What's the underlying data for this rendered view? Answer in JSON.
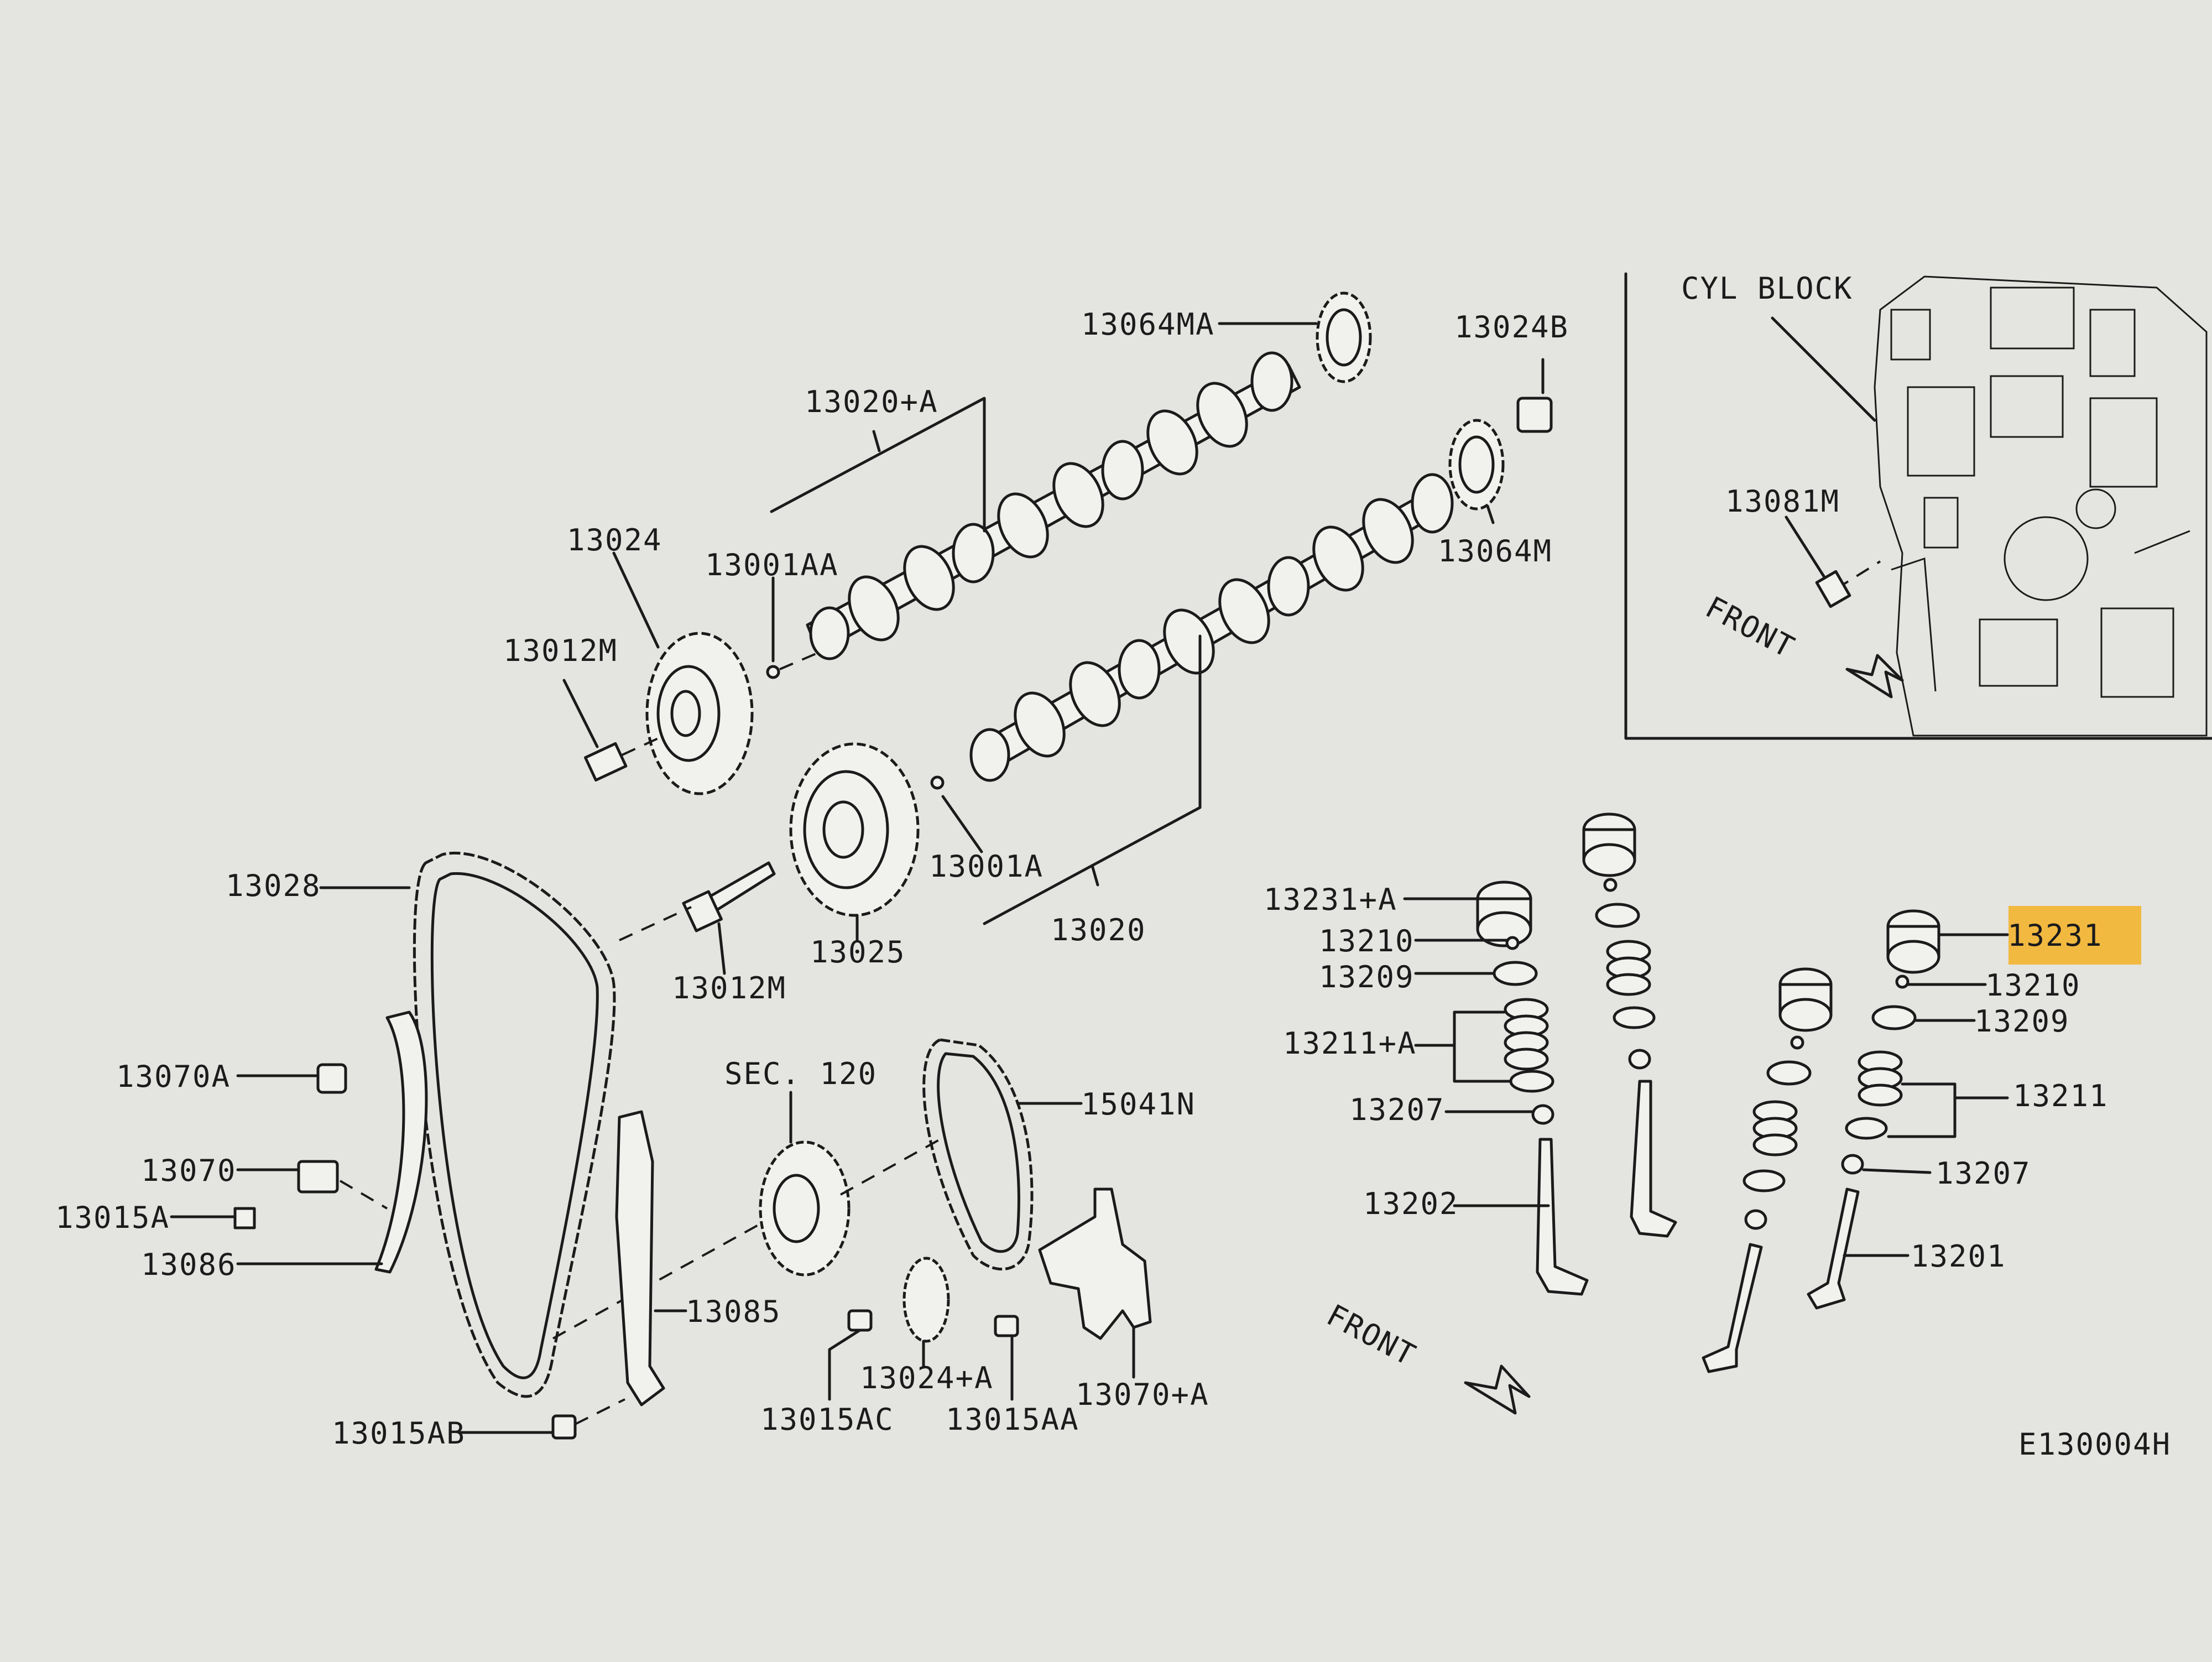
{
  "diagram_code": "E130004H",
  "inset": {
    "title": "CYL BLOCK"
  },
  "front_labels": [
    "FRONT",
    "FRONT"
  ],
  "highlight_color": "#f4b223",
  "parts": {
    "p13064MA": "13064MA",
    "p13024B": "13024B",
    "p13020A": "13020+A",
    "p13024": "13024",
    "p13001AA": "13001AA",
    "p13064M": "13064M",
    "p13081M": "13081M",
    "p13012M_a": "13012M",
    "p13028": "13028",
    "p13001A": "13001A",
    "p13020": "13020",
    "p13025": "13025",
    "p13012M_b": "13012M",
    "p13231A": "13231+A",
    "p13210_a": "13210",
    "p13209_a": "13209",
    "p13211A": "13211+A",
    "p13207_a": "13207",
    "p13202": "13202",
    "p13231": "13231",
    "p13210_b": "13210",
    "p13209_b": "13209",
    "p13211": "13211",
    "p13207_b": "13207",
    "p13201": "13201",
    "p13070A": "13070A",
    "p13070": "13070",
    "p13015A": "13015A",
    "p13086": "13086",
    "pSEC120": "SEC. 120",
    "p15041N": "15041N",
    "p13085": "13085",
    "p13024A": "13024+A",
    "p13015AC": "13015AC",
    "p13015AA": "13015AA",
    "p13070pA": "13070+A",
    "p13015AB": "13015AB"
  },
  "highlighted_part": "13231"
}
